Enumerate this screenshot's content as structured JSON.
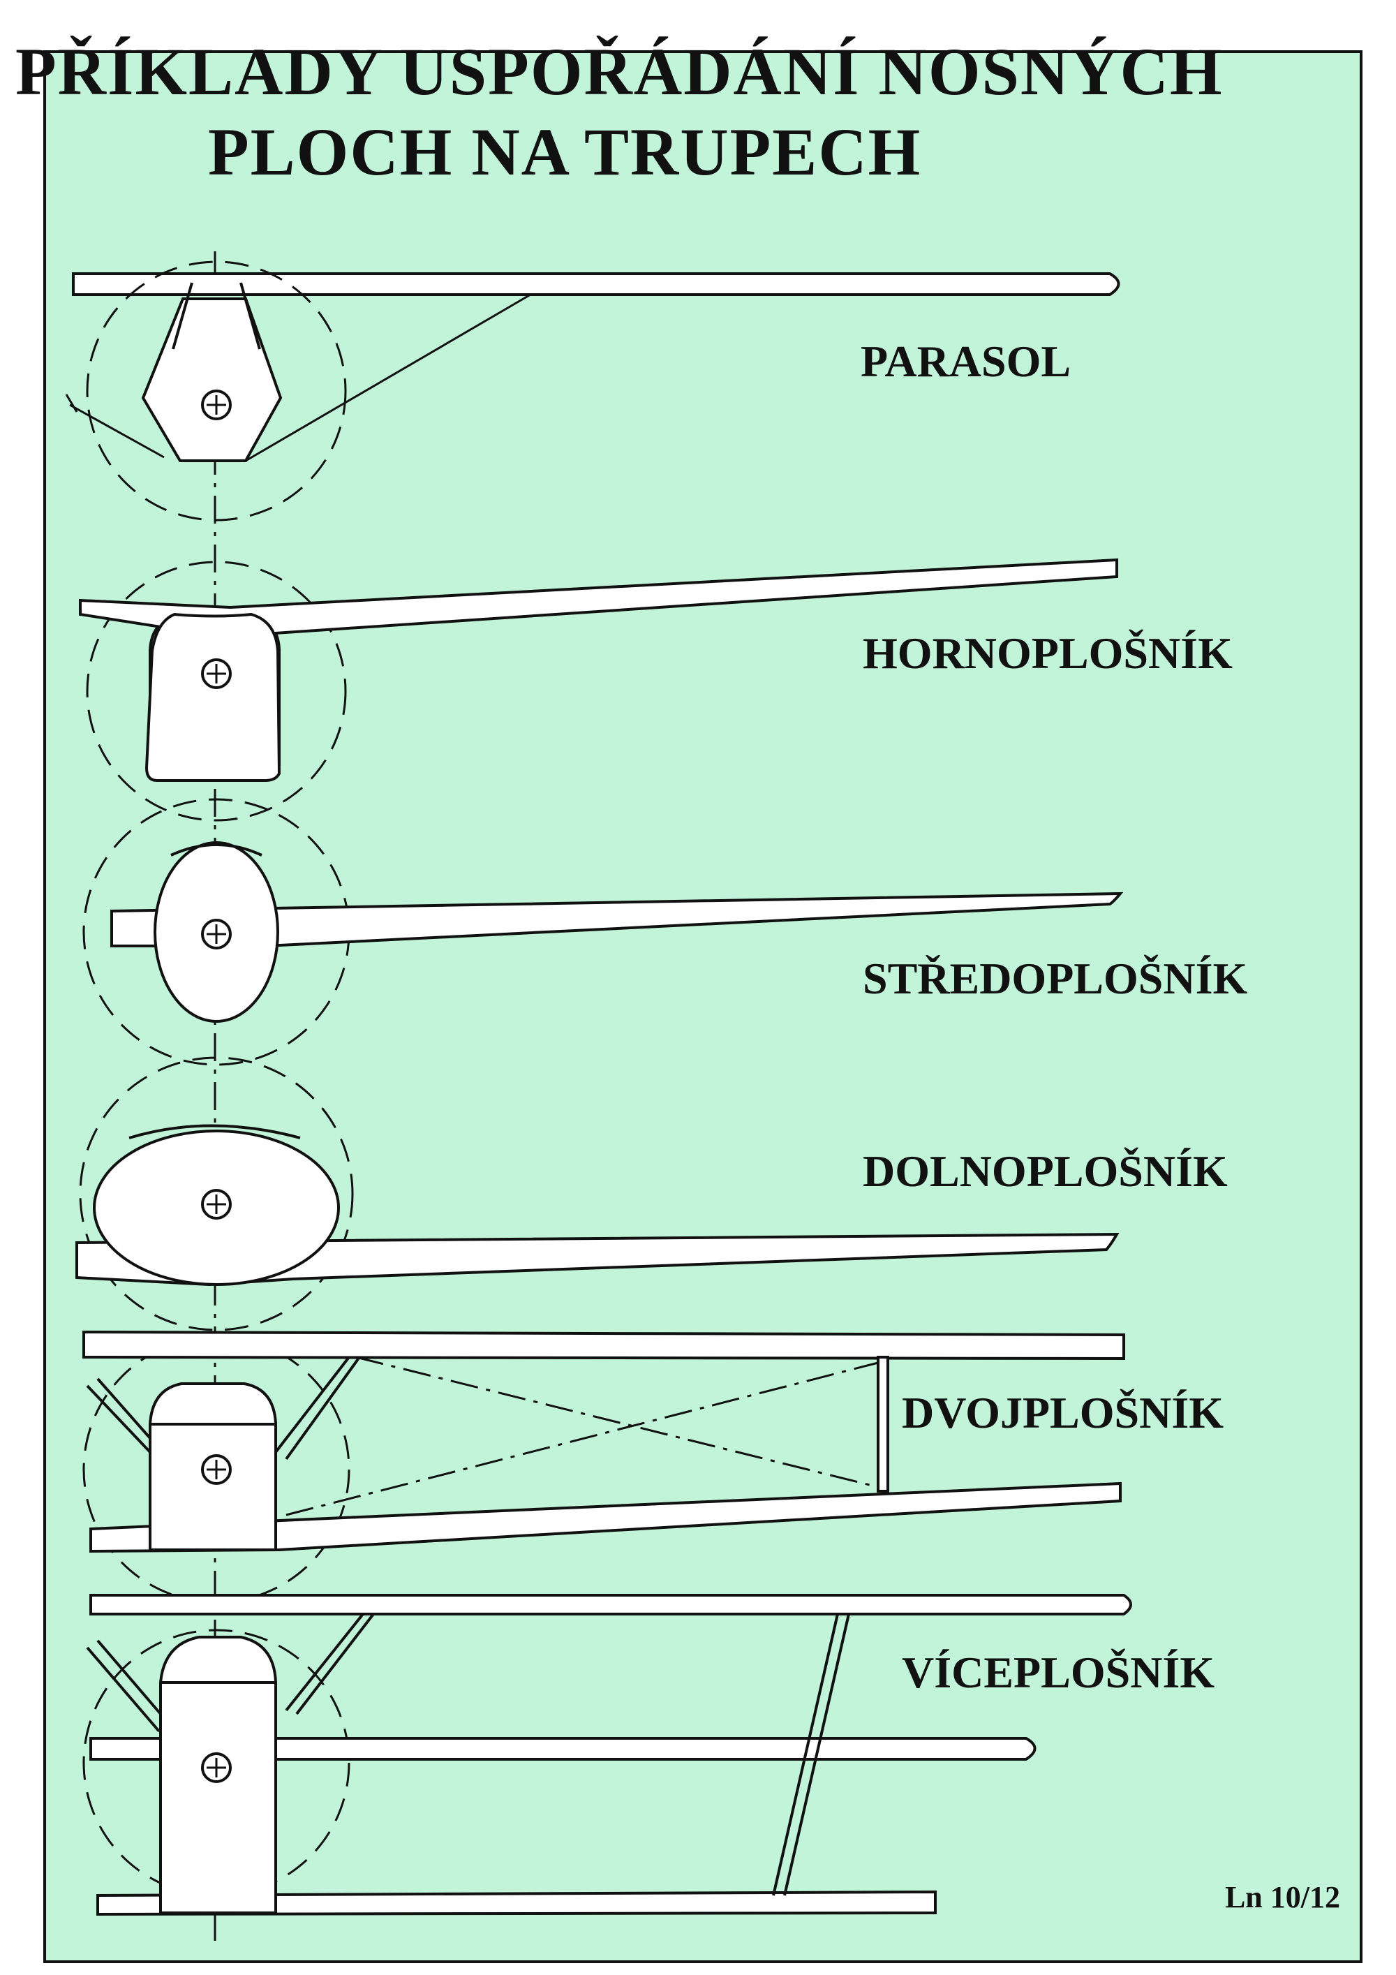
{
  "title": {
    "line1": "PŘÍKLADY USPOŘÁDÁNÍ NOSNÝCH",
    "line2": "PLOCH NA TRUPECH"
  },
  "configurations": [
    {
      "id": "parasol",
      "label": "PARASOL"
    },
    {
      "id": "hornoplosnik",
      "label": "HORNOPLOŠNÍK"
    },
    {
      "id": "stredoplosnik",
      "label": "STŘEDOPLOŠNÍK"
    },
    {
      "id": "dolnoplosnik",
      "label": "DOLNOPLOŠNÍK"
    },
    {
      "id": "dvojplosnik",
      "label": "DVOJPLOŠNÍK"
    },
    {
      "id": "viceplosnik",
      "label": "VÍCEPLOŠNÍK"
    }
  ],
  "reference": "Ln 10/12",
  "colors": {
    "sheet_background": "#c2f4da",
    "ink": "#111111",
    "fill": "#ffffff"
  }
}
